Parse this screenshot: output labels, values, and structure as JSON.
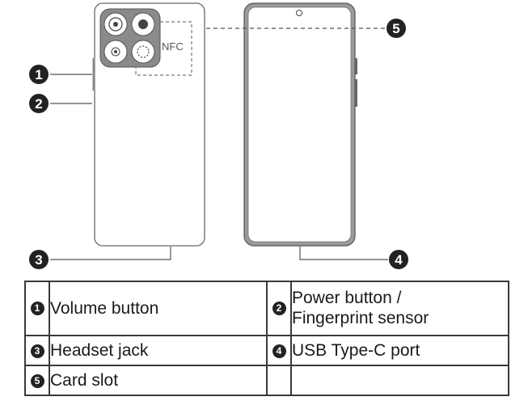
{
  "callouts": [
    "1",
    "2",
    "3",
    "4",
    "5"
  ],
  "phone_back": {
    "nfc_label": "NFC"
  },
  "legend": {
    "rows": [
      [
        {
          "num": "1",
          "text": "Volume button"
        },
        {
          "num": "2",
          "text": "Power button /\nFingerprint sensor"
        }
      ],
      [
        {
          "num": "3",
          "text": "Headset jack"
        },
        {
          "num": "4",
          "text": "USB Type-C port"
        }
      ],
      [
        {
          "num": "5",
          "text": "Card slot"
        },
        {
          "num": "",
          "text": ""
        }
      ]
    ]
  }
}
